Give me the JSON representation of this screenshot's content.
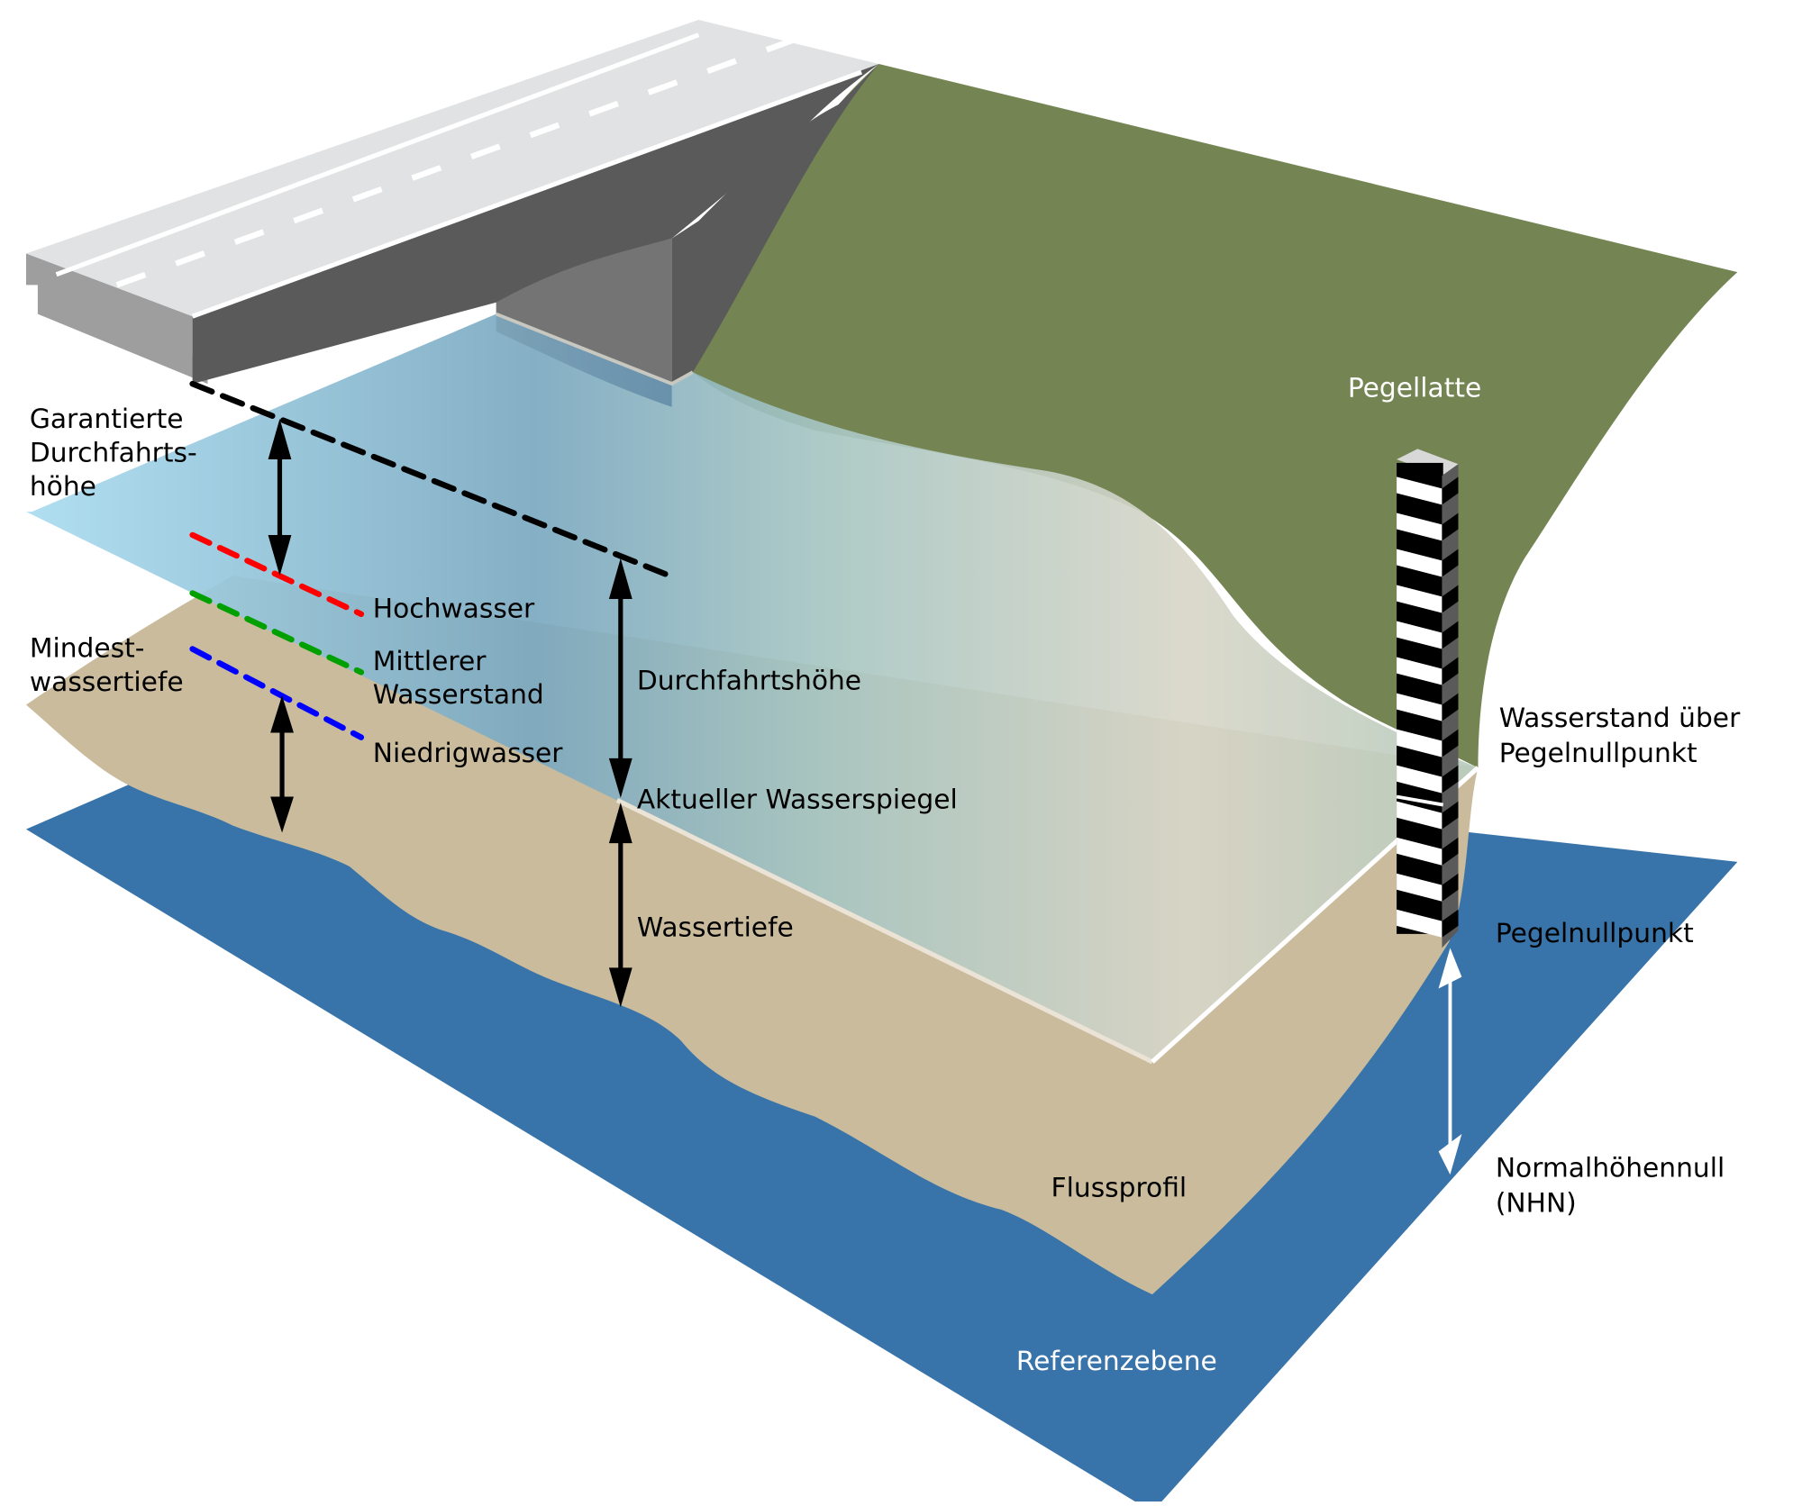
{
  "diagram": {
    "title": "Pegel und Wasserstände an einer Brücke",
    "colors": {
      "reference_plane": "#3874a9",
      "river_profile": "#c9bb9c",
      "bank": "#748553",
      "water_light": "#aadcf0",
      "water_mid": "#7aa8c0",
      "water_far": "#d8d6c8",
      "bridge_top": "#e1e2e3",
      "bridge_side_dark": "#5a5a5a",
      "bridge_side_light": "#9e9e9e",
      "pillar": "#747474",
      "high_water_line": "#ff0000",
      "mean_water_line": "#00a000",
      "low_water_line": "#0000ff",
      "clearance_line": "#000000"
    },
    "labels": {
      "guaranteed_clearance": [
        "Garantierte",
        "Durchfahrts-",
        "höhe"
      ],
      "high_water": "Hochwasser",
      "mean_water": [
        "Mittlerer",
        "Wasserstand"
      ],
      "low_water": "Niedrigwasser",
      "min_depth": [
        "Mindest-",
        "wassertiefe"
      ],
      "clearance": "Durchfahrtshöhe",
      "current_level": "Aktueller Wasserspiegel",
      "water_depth": "Wassertiefe",
      "gauge_staff": "Pegellatte",
      "level_above_zero": [
        "Wasserstand über",
        "Pegelnullpunkt"
      ],
      "gauge_zero": "Pegelnullpunkt",
      "nhn": [
        "Normalhöhennull",
        "(NHN)"
      ],
      "river_profile": "Flussprofil",
      "reference_plane": "Referenzebene"
    }
  }
}
